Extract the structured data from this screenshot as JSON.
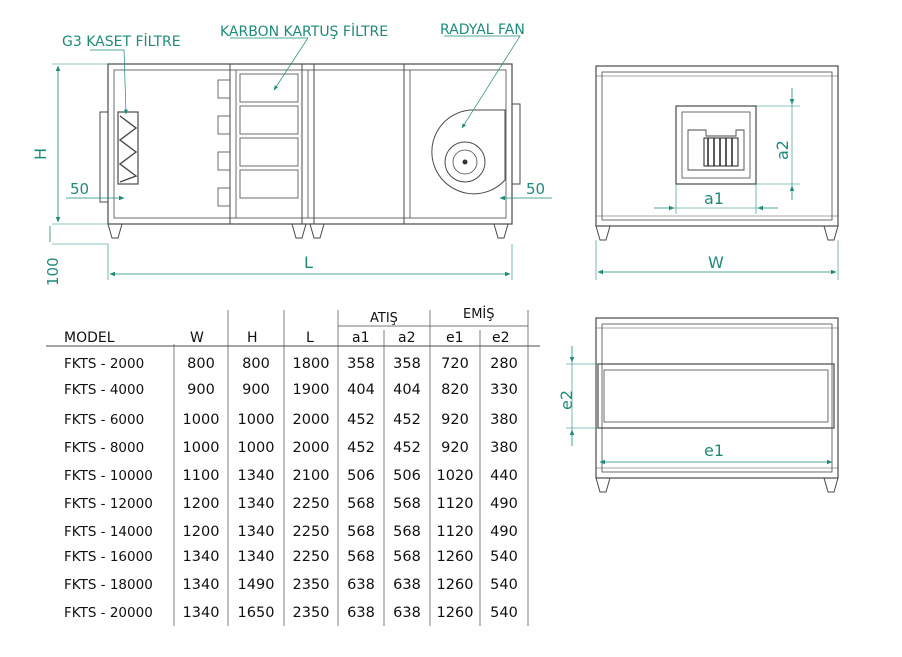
{
  "labels": {
    "g3_filter": "G3 KASET FİLTRE",
    "carbon_filter": "KARBON KARTUŞ FİLTRE",
    "radial_fan": "RADYAL FAN"
  },
  "dimensions": {
    "h": "H",
    "l": "L",
    "w": "W",
    "d100": "100",
    "d50_left": "50",
    "d50_right": "50",
    "a1": "a1",
    "a2": "a2",
    "e1": "e1",
    "e2": "e2"
  },
  "table": {
    "group_atis": "ATIŞ",
    "group_emis": "EMİŞ",
    "headers": [
      "MODEL",
      "W",
      "H",
      "L",
      "a1",
      "a2",
      "e1",
      "e2"
    ],
    "rows": [
      [
        "FKTS - 2000",
        "800",
        "800",
        "1800",
        "358",
        "358",
        "720",
        "280"
      ],
      [
        "FKTS - 4000",
        "900",
        "900",
        "1900",
        "404",
        "404",
        "820",
        "330"
      ],
      [
        "FKTS - 6000",
        "1000",
        "1000",
        "2000",
        "452",
        "452",
        "920",
        "380"
      ],
      [
        "FKTS - 8000",
        "1000",
        "1000",
        "2000",
        "452",
        "452",
        "920",
        "380"
      ],
      [
        "FKTS - 10000",
        "1100",
        "1340",
        "2100",
        "506",
        "506",
        "1020",
        "440"
      ],
      [
        "FKTS - 12000",
        "1200",
        "1340",
        "2250",
        "568",
        "568",
        "1120",
        "490"
      ],
      [
        "FKTS - 14000",
        "1200",
        "1340",
        "2250",
        "568",
        "568",
        "1120",
        "490"
      ],
      [
        "FKTS - 16000",
        "1340",
        "1340",
        "2250",
        "568",
        "568",
        "1260",
        "540"
      ],
      [
        "FKTS - 18000",
        "1340",
        "1490",
        "2350",
        "638",
        "638",
        "1260",
        "540"
      ],
      [
        "FKTS - 20000",
        "1340",
        "1650",
        "2350",
        "638",
        "638",
        "1260",
        "540"
      ]
    ]
  }
}
